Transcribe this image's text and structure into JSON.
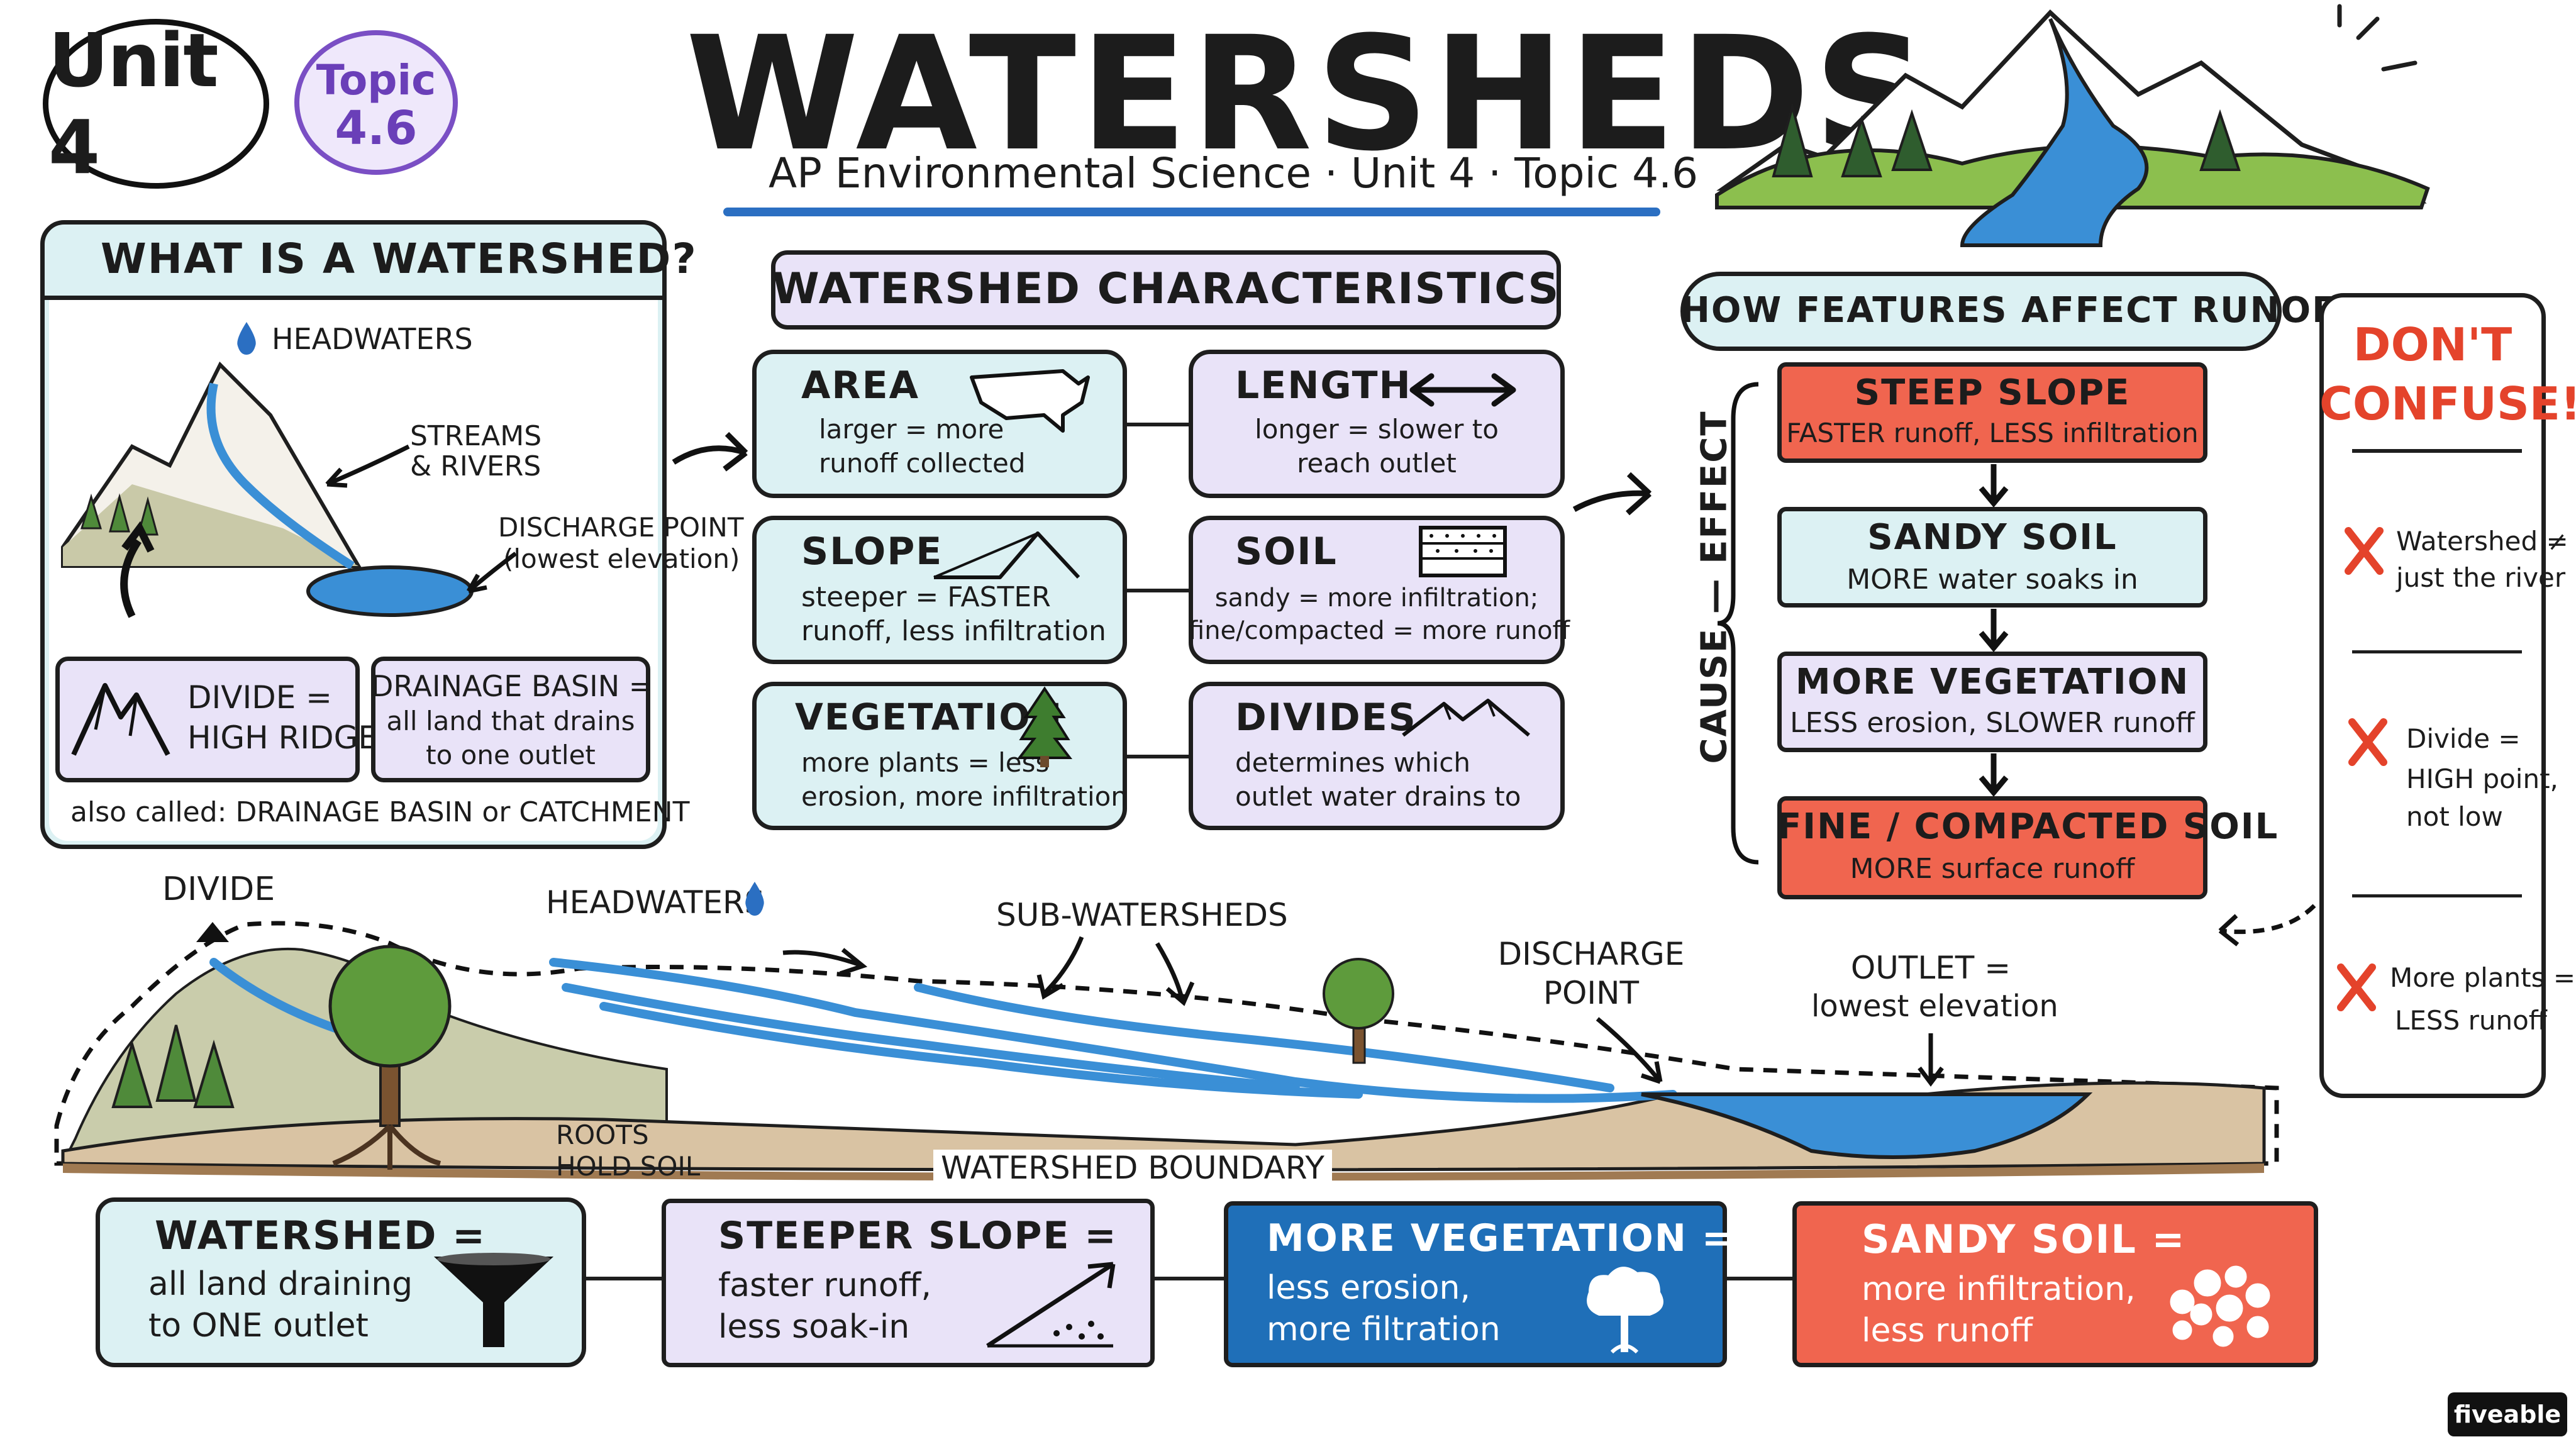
{
  "header": {
    "unit_badge": "Unit 4",
    "topic_badge_line1": "Topic",
    "topic_badge_line2": "4.6",
    "title": "WATERSHEDS",
    "subtitle": "AP Environmental Science · Unit 4 · Topic 4.6"
  },
  "what_is": {
    "title": "WHAT IS A WATERSHED?",
    "headwaters": "HEADWATERS",
    "streams_line1": "STREAMS",
    "streams_line2": "& RIVERS",
    "discharge_line1": "DISCHARGE POINT",
    "discharge_line2": "(lowest elevation)",
    "divide_line1": "DIVIDE =",
    "divide_line2": "HIGH RIDGE",
    "basin_line1": "DRAINAGE BASIN =",
    "basin_line2": "all land that drains",
    "basin_line3": "to one outlet",
    "also_prefix": "also called: ",
    "also_terms": "DRAINAGE BASIN or CATCHMENT"
  },
  "characteristics": {
    "title": "WATERSHED CHARACTERISTICS",
    "cards": [
      {
        "title": "AREA",
        "line1": "larger = more",
        "line2": "runoff collected",
        "icon": "map-icon"
      },
      {
        "title": "LENGTH",
        "line1": "longer = slower to",
        "line2": "reach outlet",
        "icon": "double-arrow-icon"
      },
      {
        "title": "SLOPE",
        "line1": "steeper = FASTER",
        "line2": "runoff, less infiltration",
        "icon": "mountain-slope-icon"
      },
      {
        "title": "SOIL",
        "line1": "sandy = more infiltration;",
        "line2": "fine/compacted = more runoff",
        "icon": "soil-layers-icon"
      },
      {
        "title": "VEGETATION",
        "line1": "more plants = less",
        "line2": "erosion, more infiltration",
        "icon": "pine-tree-icon"
      },
      {
        "title": "DIVIDES",
        "line1": "determines which",
        "line2": "outlet water drains to",
        "icon": "ridge-icon"
      }
    ]
  },
  "runoff": {
    "title": "HOW FEATURES AFFECT RUNOFF",
    "axis_label": "CAUSE — EFFECT",
    "steps": [
      {
        "title": "STEEP SLOPE",
        "desc": "FASTER runoff, LESS infiltration",
        "color": "#f0654f"
      },
      {
        "title": "SANDY SOIL",
        "desc": "MORE water soaks in",
        "color": "#dcf1f3"
      },
      {
        "title": "MORE VEGETATION",
        "desc": "LESS erosion, SLOWER runoff",
        "color": "#e9e3f8"
      },
      {
        "title": "FINE / COMPACTED SOIL",
        "desc": "MORE surface runoff",
        "color": "#f0654f"
      }
    ]
  },
  "dont_confuse": {
    "title_line1": "DON'T",
    "title_line2": "CONFUSE!",
    "items": [
      {
        "line1": "Watershed ≠",
        "line2": "just the river",
        "line3": ""
      },
      {
        "line1": "Divide =",
        "line2": "HIGH point,",
        "line3": "not low"
      },
      {
        "line1": "More plants =",
        "line2": "LESS runoff",
        "line3": ""
      }
    ]
  },
  "landscape": {
    "divide": "DIVIDE",
    "headwaters": "HEADWATERS",
    "sub_watersheds": "SUB-WATERSHEDS",
    "discharge_line1": "DISCHARGE",
    "discharge_line2": "POINT",
    "outlet_line1": "OUTLET =",
    "outlet_line2": "lowest elevation",
    "roots_line1": "ROOTS",
    "roots_line2": "HOLD SOIL",
    "boundary": "WATERSHED BOUNDARY"
  },
  "summary": [
    {
      "title": "WATERSHED =",
      "line1": "all land draining",
      "line2": "to ONE outlet",
      "icon": "funnel-icon"
    },
    {
      "title": "STEEPER SLOPE =",
      "line1": "faster runoff,",
      "line2": "less soak-in",
      "icon": "slope-arrow-icon"
    },
    {
      "title": "MORE VEGETATION =",
      "line1": "less erosion,",
      "line2": "more filtration",
      "icon": "tree-icon"
    },
    {
      "title": "SANDY SOIL =",
      "line1": "more infiltration,",
      "line2": "less runoff",
      "icon": "sand-grains-icon"
    }
  ],
  "brand": "fiveable",
  "colors": {
    "teal": "#dcf1f3",
    "lavender": "#e9e3f8",
    "red": "#f0654f",
    "blue": "#1f6fb8",
    "water": "#3a8fd6"
  }
}
